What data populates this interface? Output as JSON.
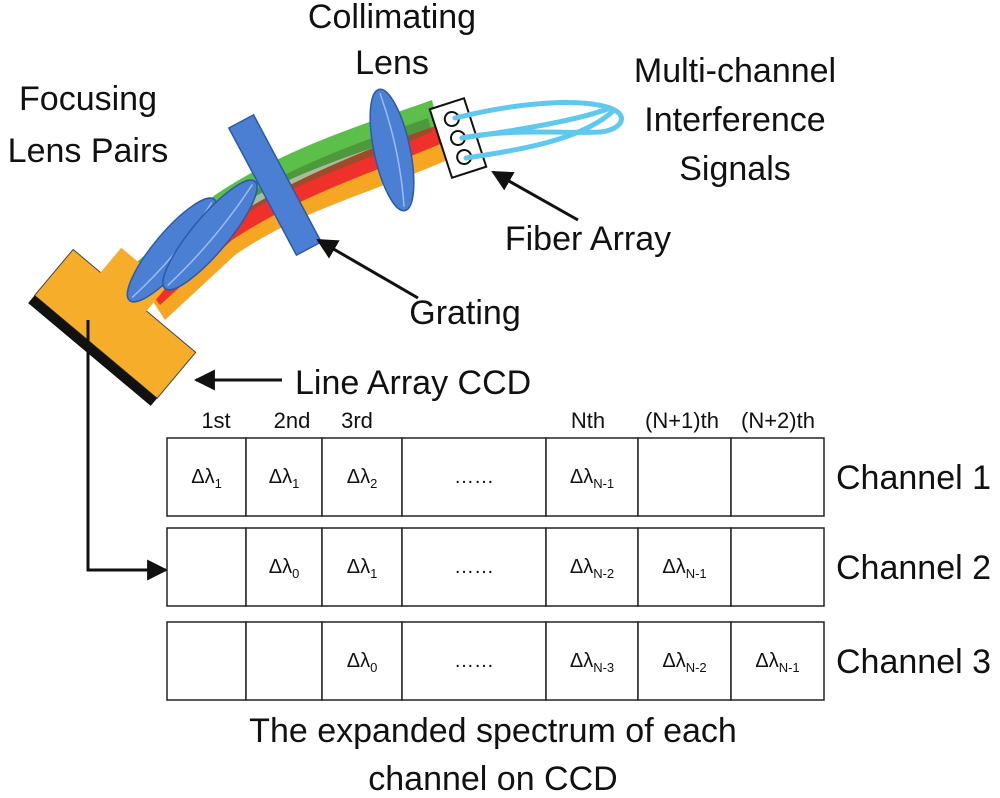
{
  "labels": {
    "collimating_lens": [
      "Collimating",
      "Lens"
    ],
    "focusing_lens_pairs": [
      "Focusing",
      "Lens Pairs"
    ],
    "multichannel_signals": [
      "Multi-channel",
      "Interference",
      "Signals"
    ],
    "fiber_array": "Fiber Array",
    "grating": "Grating",
    "line_array_ccd": "Line Array CCD",
    "caption": [
      "The expanded spectrum  of each",
      "channel on CCD"
    ]
  },
  "columns": [
    "1st",
    "2nd",
    "3rd",
    "",
    "Nth",
    "(N+1)th",
    "(N+2)th"
  ],
  "channels": [
    {
      "label": "Channel 1",
      "cells": [
        {
          "main": "Δλ",
          "sub": "1"
        },
        {
          "main": "Δλ",
          "sub": "1"
        },
        {
          "main": "Δλ",
          "sub": "2"
        },
        {
          "main": "……",
          "sub": ""
        },
        {
          "main": "Δλ",
          "sub": "N-1"
        },
        {
          "main": "",
          "sub": ""
        },
        {
          "main": "",
          "sub": ""
        }
      ]
    },
    {
      "label": "Channel 2",
      "cells": [
        {
          "main": "",
          "sub": ""
        },
        {
          "main": "Δλ",
          "sub": "0"
        },
        {
          "main": "Δλ",
          "sub": "1"
        },
        {
          "main": "……",
          "sub": ""
        },
        {
          "main": "Δλ",
          "sub": "N-2"
        },
        {
          "main": "Δλ",
          "sub": "N-1"
        },
        {
          "main": "",
          "sub": ""
        }
      ]
    },
    {
      "label": "Channel 3",
      "cells": [
        {
          "main": "",
          "sub": ""
        },
        {
          "main": "",
          "sub": ""
        },
        {
          "main": "Δλ",
          "sub": "0"
        },
        {
          "main": "……",
          "sub": ""
        },
        {
          "main": "Δλ",
          "sub": "N-3"
        },
        {
          "main": "Δλ",
          "sub": "N-2"
        },
        {
          "main": "Δλ",
          "sub": "N-1"
        }
      ]
    }
  ],
  "colors": {
    "lens": "#4a7fd4",
    "beam_green": "#5cbf4a",
    "beam_red": "#f0302a",
    "beam_orange": "#f5a623",
    "ccd_body": "#f5ad2a",
    "fiber": "#5fc8ee"
  }
}
